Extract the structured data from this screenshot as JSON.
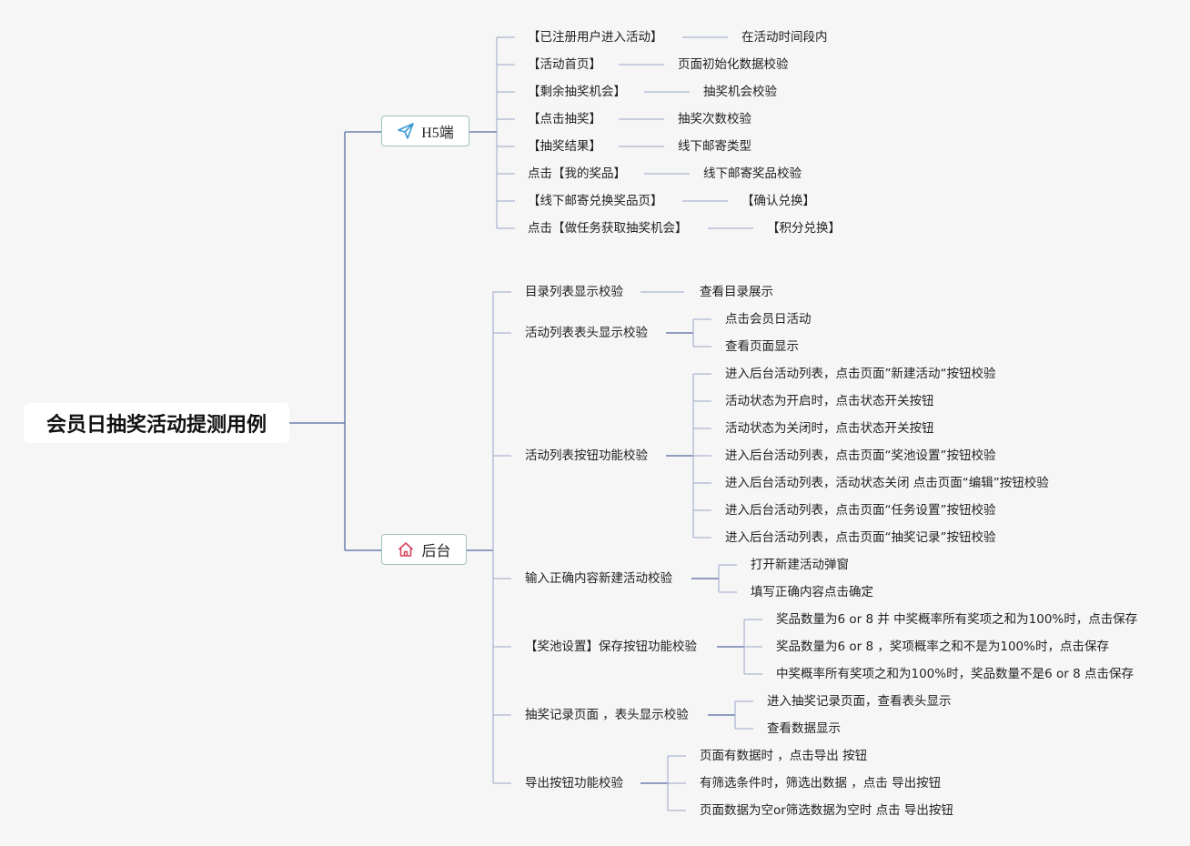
{
  "root": {
    "label": "会员日抽奖活动提测用例"
  },
  "branches": [
    {
      "label": "H5端",
      "icon": "paper-plane-icon",
      "items": [
        {
          "label": "【已注册用户进入活动】",
          "child": "在活动时间段内"
        },
        {
          "label": "【活动首页】",
          "child": "页面初始化数据校验"
        },
        {
          "label": "【剩余抽奖机会】",
          "child": "抽奖机会校验"
        },
        {
          "label": "【点击抽奖】",
          "child": "抽奖次数校验"
        },
        {
          "label": "【抽奖结果】",
          "child": "线下邮寄类型"
        },
        {
          "label": "点击【我的奖品】",
          "child": "线下邮寄奖品校验"
        },
        {
          "label": "【线下邮寄兑换奖品页】",
          "child": "【确认兑换】"
        },
        {
          "label": "点击【做任务获取抽奖机会】",
          "child": "【积分兑换】"
        }
      ]
    },
    {
      "label": "后台",
      "icon": "home-icon",
      "items": [
        {
          "label": "目录列表显示校验",
          "children": [
            "查看目录展示"
          ]
        },
        {
          "label": "活动列表表头显示校验",
          "children": [
            "点击会员日活动",
            "查看页面显示"
          ]
        },
        {
          "label": "活动列表按钮功能校验",
          "children": [
            "进入后台活动列表，点击页面”新建活动“按钮校验",
            "活动状态为开启时，点击状态开关按钮",
            "活动状态为关闭时，点击状态开关按钮",
            "进入后台活动列表，点击页面“奖池设置”按钮校验",
            "进入后台活动列表，活动状态关闭 点击页面“编辑”按钮校验",
            "进入后台活动列表，点击页面“任务设置”按钮校验",
            "进入后台活动列表，点击页面“抽奖记录”按钮校验"
          ]
        },
        {
          "label": "输入正确内容新建活动校验",
          "children": [
            "打开新建活动弹窗",
            "填写正确内容点击确定"
          ]
        },
        {
          "label": "【奖池设置】保存按钮功能校验",
          "children": [
            "奖品数量为6 or 8 并 中奖概率所有奖项之和为100%时，点击保存",
            "奖品数量为6 or 8 ，奖项概率之和不是为100%时，点击保存",
            "中奖概率所有奖项之和为100%时，奖品数量不是6 or 8 点击保存"
          ]
        },
        {
          "label": "抽奖记录页面 ，表头显示校验",
          "children": [
            "进入抽奖记录页面，查看表头显示",
            "查看数据显示"
          ]
        },
        {
          "label": "导出按钮功能校验",
          "children": [
            "页面有数据时 ，点击导出 按钮",
            "有筛选条件时，筛选出数据 ，点击 导出按钮",
            "页面数据为空or筛选数据为空时 点击 导出按钮"
          ]
        }
      ]
    }
  ],
  "colors": {
    "line_main": "#5468a0",
    "line_light": "#9aa6c8",
    "box_border": "#9ec3bc",
    "plane_icon": "#3a9bd5",
    "home_icon": "#d9465f"
  }
}
